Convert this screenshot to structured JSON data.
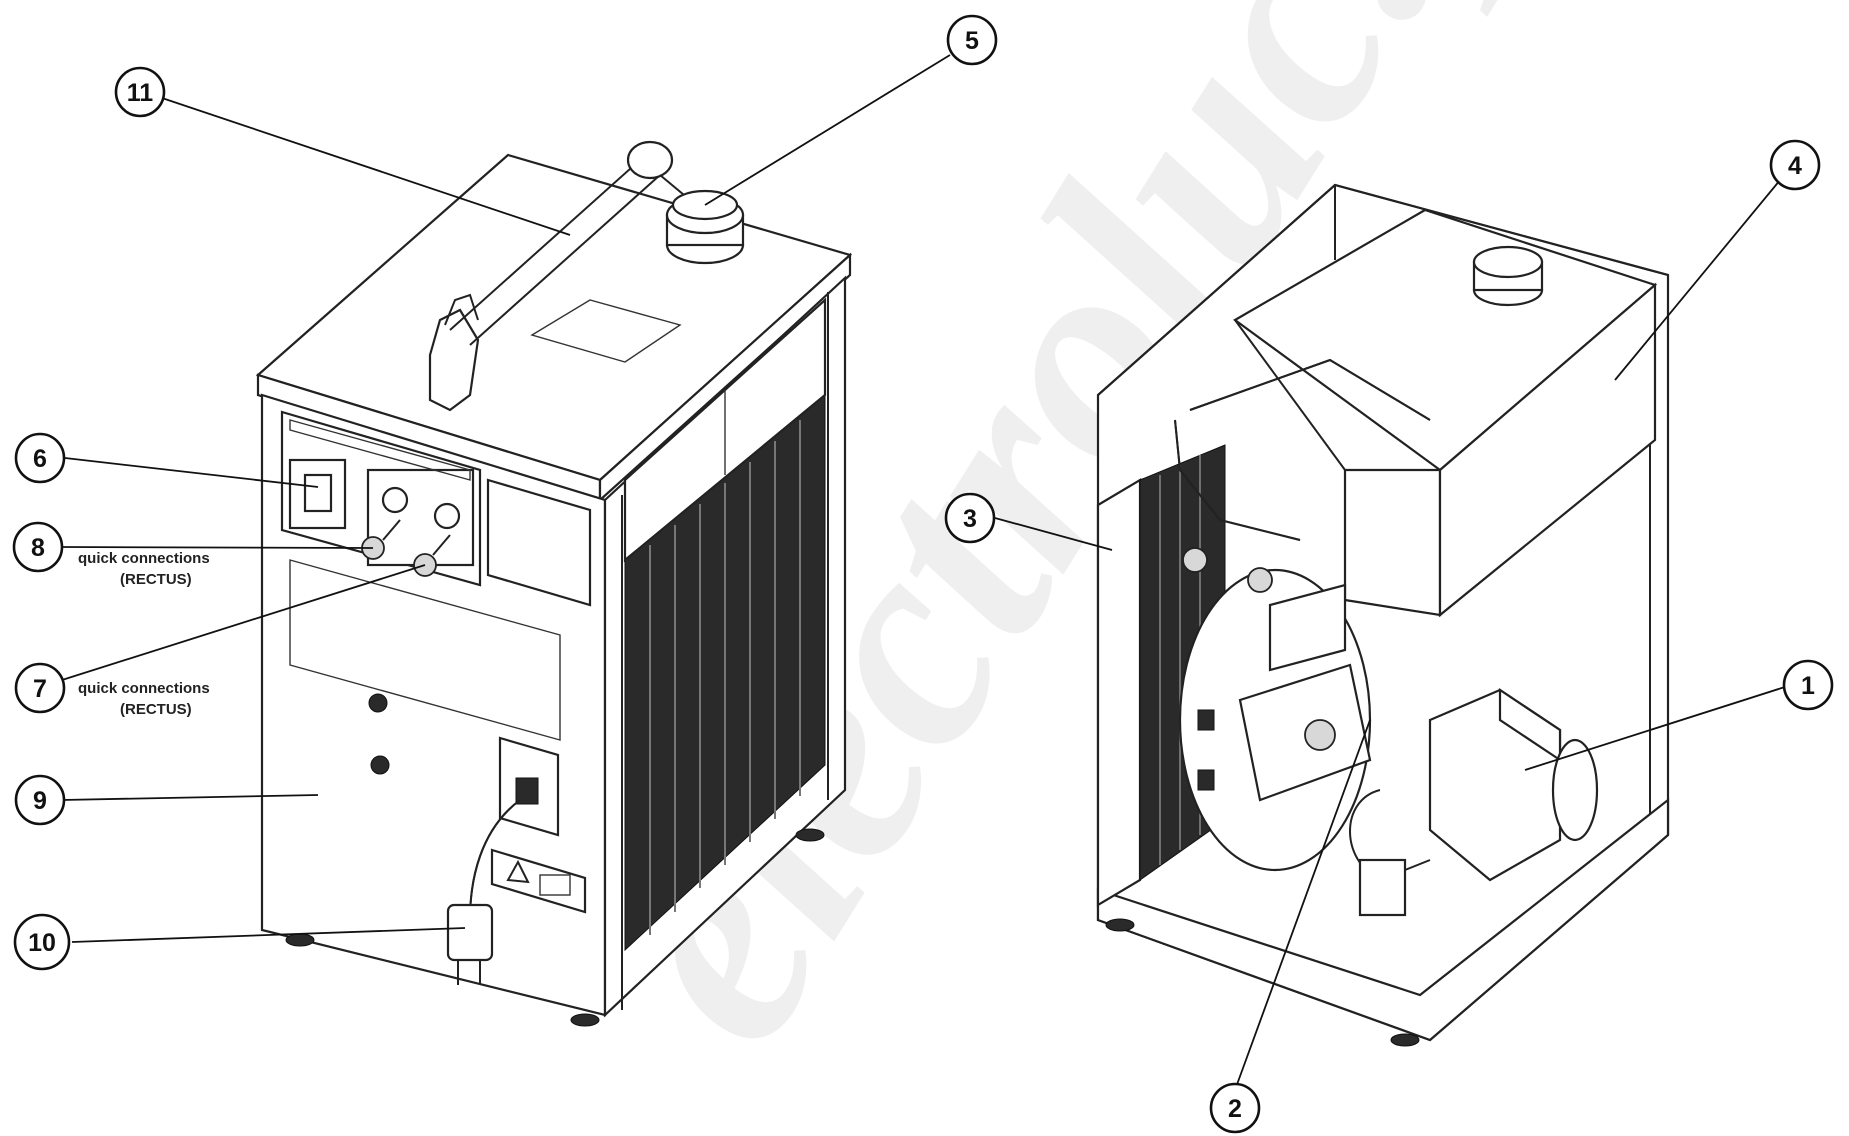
{
  "watermark": "electroluc.p",
  "callouts": [
    {
      "id": "1",
      "label": "1"
    },
    {
      "id": "2",
      "label": "2"
    },
    {
      "id": "3",
      "label": "3"
    },
    {
      "id": "4",
      "label": "4"
    },
    {
      "id": "5",
      "label": "5"
    },
    {
      "id": "6",
      "label": "6"
    },
    {
      "id": "7",
      "label": "7"
    },
    {
      "id": "8",
      "label": "8"
    },
    {
      "id": "9",
      "label": "9"
    },
    {
      "id": "10",
      "label": "10"
    },
    {
      "id": "11",
      "label": "11"
    }
  ],
  "notes": {
    "callout_8": {
      "line1": "quick connections",
      "line2": "(RECTUS)"
    },
    "callout_7": {
      "line1": "quick connections",
      "line2": "(RECTUS)"
    }
  }
}
